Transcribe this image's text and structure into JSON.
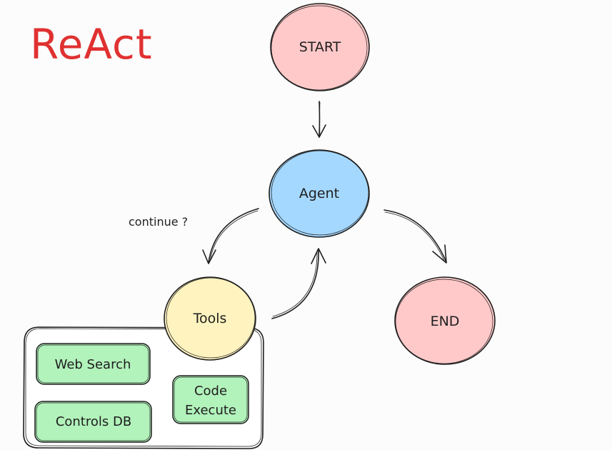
{
  "title": "ReAct",
  "colors": {
    "title": "#e03131",
    "start_end_fill": "#ffc9c9",
    "agent_fill": "#a5d8ff",
    "tools_fill": "#fff3bf",
    "tool_item_fill": "#b2f2bb",
    "stroke": "#1e1e1e"
  },
  "nodes": {
    "start": "START",
    "agent": "Agent",
    "tools": "Tools",
    "end": "END"
  },
  "edge_labels": {
    "continue": "continue ?"
  },
  "tools_group": {
    "web_search": "Web Search",
    "controls_db": "Controls DB",
    "code_line1": "Code",
    "code_line2": "Execute"
  }
}
